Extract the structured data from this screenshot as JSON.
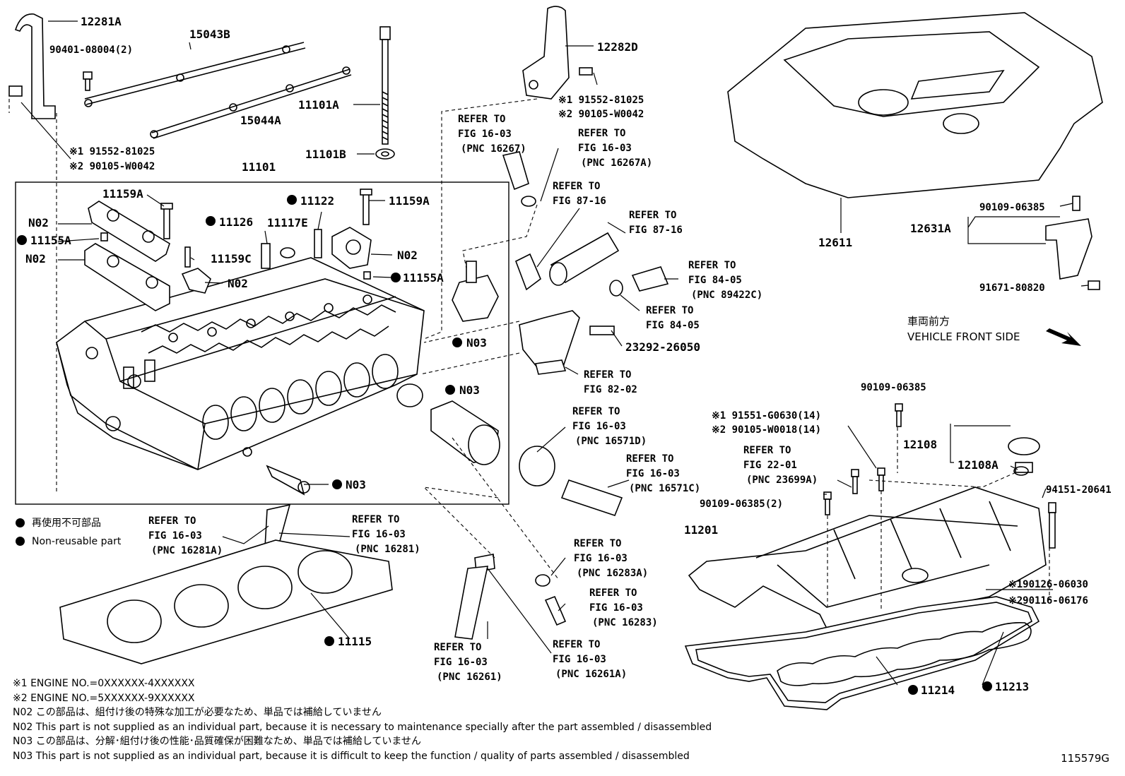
{
  "callouts": {
    "c12281A": "12281A",
    "c90401": "90401-08004(2)",
    "c15043B": "15043B",
    "c15044A": "15044A",
    "c91552_l": "※1 91552-81025",
    "c90105_l": "※2 90105-W0042",
    "c11101": "11101",
    "c11101A": "11101A",
    "c11101B": "11101B",
    "c12282D": "12282D",
    "c91552_r": "※1 91552-81025",
    "c90105_r": "※2 90105-W0042",
    "c11159A_l": "11159A",
    "c11159A_r": "11159A",
    "c11122": "11122",
    "c11126": "11126",
    "c11117E": "11117E",
    "c11155A_l": "11155A",
    "c11155A_r": "11155A",
    "c11159C": "11159C",
    "cN02_a": "N02",
    "cN02_b": "N02",
    "cN02_c": "N02",
    "cN02_d": "N02",
    "cN03_a": "N03",
    "cN03_b": "N03",
    "cN03_c": "N03",
    "c23292": "23292-26050",
    "c12611": "12611",
    "c12631A": "12631A",
    "c90109_a": "90109-06385",
    "c91671": "91671-80820",
    "c90109_b": "90109-06385",
    "c91551": "※1 91551-G0630(14)",
    "c90105_w18": "※2 90105-W0018(14)",
    "c12108": "12108",
    "c12108A": "12108A",
    "c94151": "94151-20641",
    "c90109_c": "90109-06385(2)",
    "c11201": "11201",
    "c90126": "※190126-06030",
    "c90116": "※290116-06176",
    "c11214": "11214",
    "c11213": "11213",
    "c11115": "11115"
  },
  "refer_to": [
    {
      "refer": "REFER TO",
      "fig": "FIG 16-03",
      "pnc": "(PNC 16267)"
    },
    {
      "refer": "REFER TO",
      "fig": "FIG 16-03",
      "pnc": "(PNC 16267A)"
    },
    {
      "refer": "REFER TO",
      "fig": "FIG 87-16",
      "pnc": ""
    },
    {
      "refer": "REFER TO",
      "fig": "FIG 87-16",
      "pnc": ""
    },
    {
      "refer": "REFER TO",
      "fig": "FIG 84-05",
      "pnc": "(PNC 89422C)"
    },
    {
      "refer": "REFER TO",
      "fig": "FIG 84-05",
      "pnc": ""
    },
    {
      "refer": "REFER TO",
      "fig": "FIG 82-02",
      "pnc": ""
    },
    {
      "refer": "REFER TO",
      "fig": "FIG 16-03",
      "pnc": "(PNC 16571D)"
    },
    {
      "refer": "REFER TO",
      "fig": "FIG 16-03",
      "pnc": "(PNC 16571C)"
    },
    {
      "refer": "REFER TO",
      "fig": "FIG 22-01",
      "pnc": "(PNC 23699A)"
    },
    {
      "refer": "REFER TO",
      "fig": "FIG 16-03",
      "pnc": "(PNC 16281A)"
    },
    {
      "refer": "REFER TO",
      "fig": "FIG 16-03",
      "pnc": "(PNC 16281)"
    },
    {
      "refer": "REFER TO",
      "fig": "FIG 16-03",
      "pnc": "(PNC 16283A)"
    },
    {
      "refer": "REFER TO",
      "fig": "FIG 16-03",
      "pnc": "(PNC 16283)"
    },
    {
      "refer": "REFER TO",
      "fig": "FIG 16-03",
      "pnc": "(PNC 16261)"
    },
    {
      "refer": "REFER TO",
      "fig": "FIG 16-03",
      "pnc": "(PNC 16261A)"
    }
  ],
  "direction": {
    "jp": "車両前方",
    "en": "VEHICLE FRONT SIDE"
  },
  "legend": {
    "jp": "再使用不可部品",
    "en": "Non-reusable part"
  },
  "notes": [
    "※1 ENGINE NO.=0XXXXXX-4XXXXXX",
    "※2 ENGINE NO.=5XXXXXX-9XXXXXX",
    "N02  この部品は、組付け後の特殊な加工が必要なため、単品では補給していません",
    "N02  This part is not supplied as an individual part, because it is necessary to maintenance specially after the part assembled / disassembled",
    "N03  この部品は、分解･組付け後の性能･品質確保が困難なため、単品では補給していません",
    "N03  This part is not supplied as an individual part, because it is difficult to keep the function / quality of parts  assembled / disassembled"
  ],
  "figure_code": "115579G"
}
